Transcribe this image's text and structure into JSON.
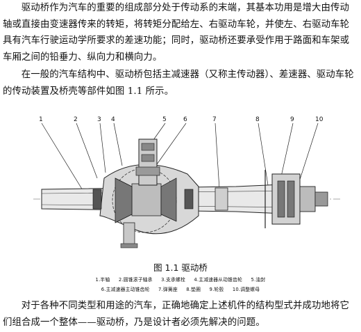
{
  "paragraphs": {
    "p1": "驱动桥作为汽车的重要的组成部分处于传动系的末端，其基本功用是增大由传动轴或直接由变速器传来的转矩，将转矩分配给左、右驱动车轮，并使左、右驱动车轮具有汽车行驶运动学所要求的差速功能；同时，驱动桥还要承受作用于路面和车架或车厢之间的铅垂力、纵向力和横向力。",
    "p2": "在一般的汽车结构中、驱动桥包括主减速器（又称主传动器）、差速器、驱动车轮的传动装置及桥壳等部件如图 1.1 所示。",
    "p3": "对于各种不同类型和用途的汽车，正确地确定上述机件的结构型式并成功地将它们组合成一个整体——驱动桥，乃是设计者必须先解决的问题。"
  },
  "figure": {
    "callouts": [
      "1",
      "2",
      "3",
      "4",
      "5",
      "6",
      "7",
      "8",
      "9",
      "10"
    ],
    "caption": "图 1.1 驱动桥",
    "legend_row1": [
      "1.半轴",
      "2.圆锥滚子轴承",
      "3.支承螺栓",
      "4.主减速器从动锥齿轮",
      "5.油封"
    ],
    "legend_row2": [
      "6.主减速器主动锥齿轮",
      "7.弹簧座",
      "8.垫圈",
      "9.轮毂",
      "10.调整螺母"
    ]
  }
}
